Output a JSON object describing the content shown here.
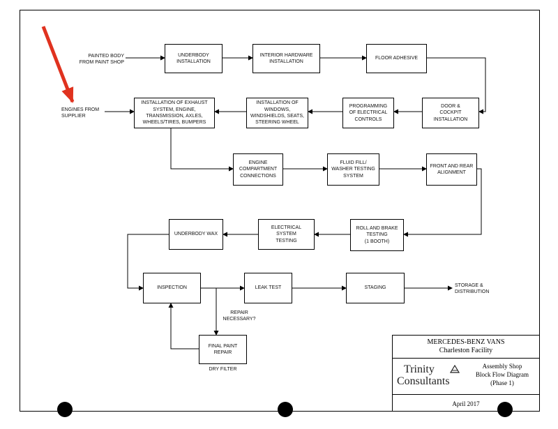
{
  "colors": {
    "line": "#000000",
    "pointer_arrow": "#e0321f",
    "hole": "#000000"
  },
  "inputs": {
    "painted_body": "PAINTED BODY\nFROM PAINT SHOP",
    "engines": "ENGINES FROM\nSUPPLIER"
  },
  "steps": {
    "underbody_installation": "UNDERBODY\nINSTALLATION",
    "interior_hardware": "INTERIOR HARDWARE\nINSTALLATION",
    "floor_adhesive": "FLOOR ADHESIVE",
    "door_cockpit": "DOOR &\nCOCKPIT\nINSTALLATION",
    "programming": "PROGRAMMING\nOF ELECTRICAL\nCONTROLS",
    "windows": "INSTALLATION OF\nWINDOWS,\nWINDSHIELDS, SEATS,\nSTEERING WHEEL",
    "exhaust": "INSTALLATION OF EXHAUST\nSYSTEM, ENGINE,\nTRANSMISSION, AXLES,\nWHEELS/TIRES, BUMPERS",
    "engine_compartment": "ENGINE\nCOMPARTMENT\nCONNECTIONS",
    "fluid_fill": "FLUID FILL/\nWASHER TESTING\nSYSTEM",
    "alignment": "FRONT AND REAR\nALIGNMENT",
    "roll_brake": "ROLL AND BRAKE\nTESTING\n(1 BOOTH)",
    "electrical_testing": "ELECTRICAL SYSTEM\nTESTING",
    "underbody_wax": "UNDERBODY WAX",
    "inspection": "INSPECTION",
    "leak_test": "LEAK TEST",
    "staging": "STAGING",
    "final_paint": "FINAL PAINT\nREPAIR"
  },
  "labels": {
    "storage": "STORAGE &\nDISTRIBUTION",
    "repair_necessary": "REPAIR\nNECESSARY?",
    "dry_filter": "DRY FILTER"
  },
  "title_block": {
    "client": "MERCEDES-BENZ VANS",
    "facility": "Charleston Facility",
    "logo_line1": "Trinity",
    "logo_line2": "Consultants",
    "description": "Assembly Shop\nBlock Flow Diagram\n(Phase 1)",
    "date": "April 2017"
  }
}
